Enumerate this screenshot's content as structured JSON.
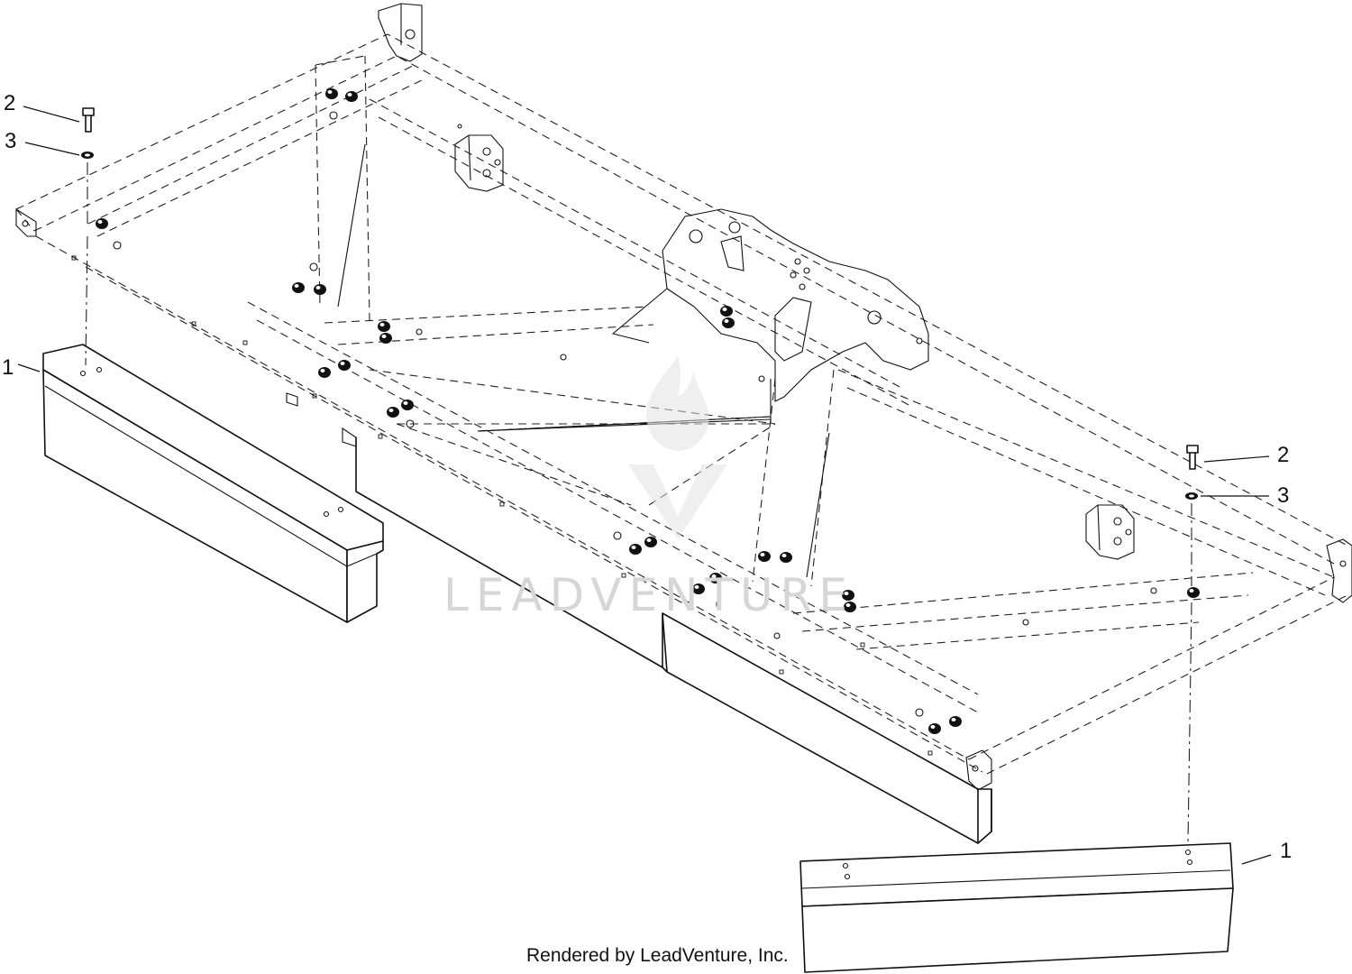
{
  "callouts": [
    {
      "id": "p1-left",
      "label": "1"
    },
    {
      "id": "p2-left",
      "label": "2"
    },
    {
      "id": "p3-left",
      "label": "3"
    },
    {
      "id": "p2-right",
      "label": "2"
    },
    {
      "id": "p3-right",
      "label": "3"
    },
    {
      "id": "p1-right",
      "label": "1"
    }
  ],
  "watermark": {
    "text": "LEADVENTURE",
    "logo_icon": "leadventure-flame-logo-icon"
  },
  "credit": {
    "text": "Rendered by LeadVenture, Inc."
  },
  "colors": {
    "line": "#111111",
    "background": "#ffffff",
    "watermark": "#d6d6d6"
  }
}
